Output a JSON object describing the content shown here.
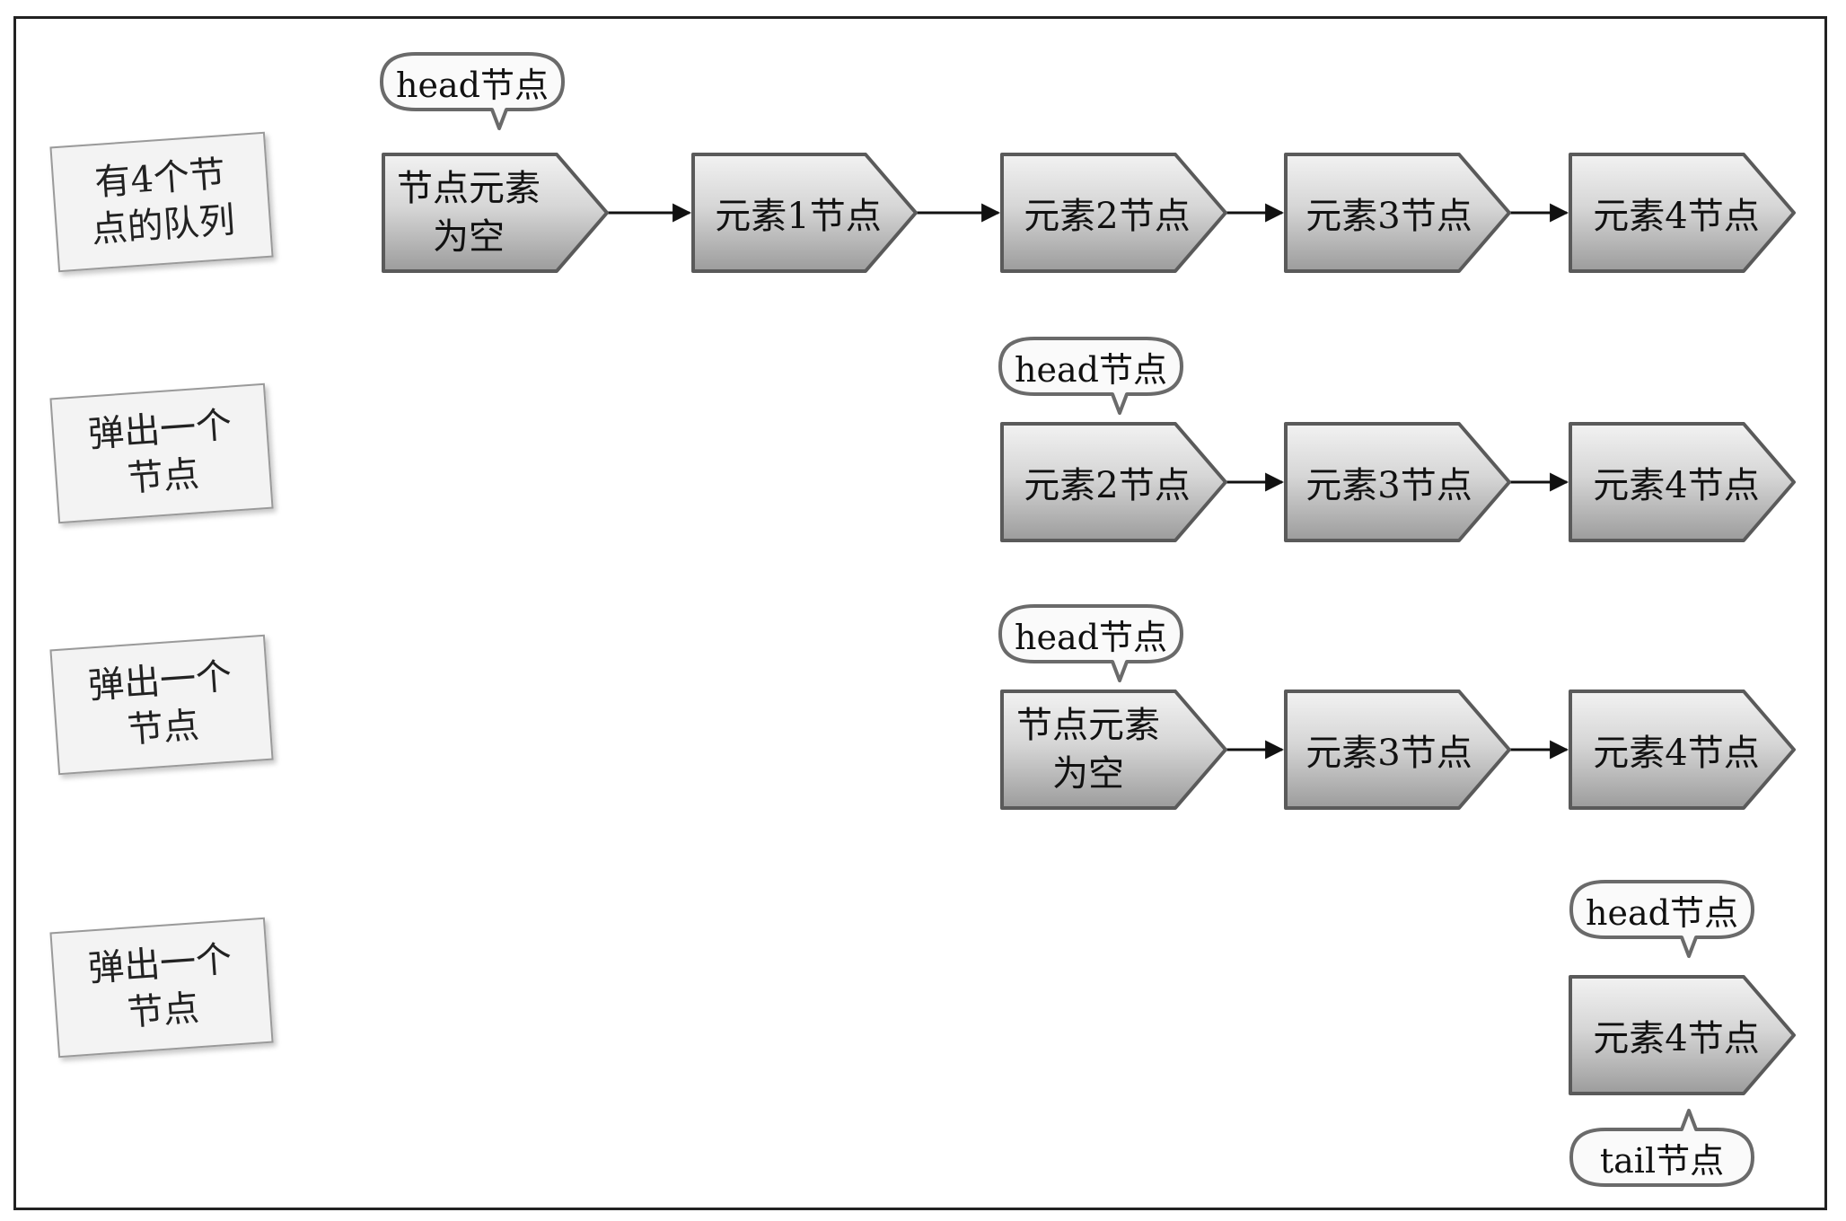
{
  "steps": [
    {
      "label": "有4个节点的队列"
    },
    {
      "label": "弹出一个节点"
    },
    {
      "label": "弹出一个节点"
    },
    {
      "label": "弹出一个节点"
    }
  ],
  "rows": [
    {
      "nodes": [
        "节点元素为空",
        "元素1节点",
        "元素2节点",
        "元素3节点",
        "元素4节点"
      ],
      "head": "head节点"
    },
    {
      "nodes": [
        "元素2节点",
        "元素3节点",
        "元素4节点"
      ],
      "head": "head节点"
    },
    {
      "nodes": [
        "节点元素为空",
        "元素3节点",
        "元素4节点"
      ],
      "head": "head节点"
    },
    {
      "nodes": [
        "元素4节点"
      ],
      "head": "head节点",
      "tail": "tail节点"
    }
  ],
  "colors": {
    "node_fill_top": "#ececec",
    "node_fill_bottom": "#9a9a9a",
    "stroke": "#5a5a5a",
    "arrow": "#111111"
  }
}
